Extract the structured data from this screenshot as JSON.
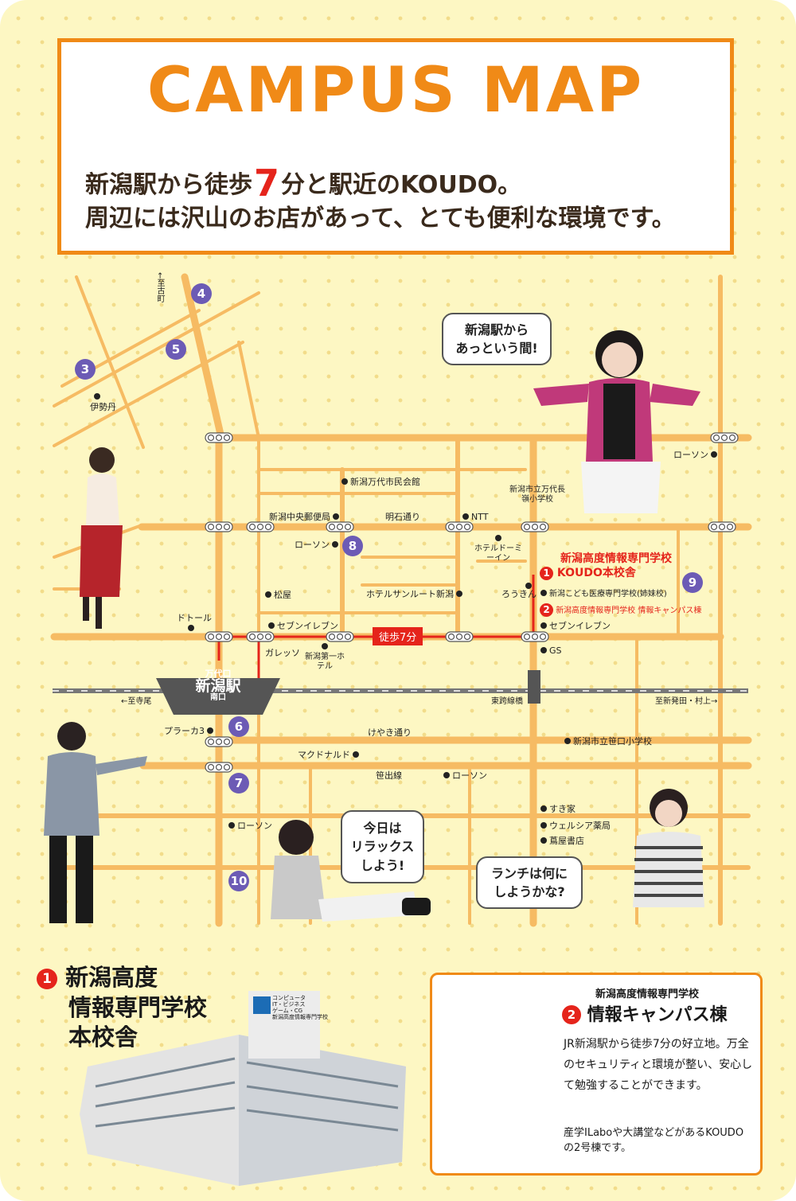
{
  "header": {
    "title": "CAMPUS MAP",
    "line1_before": "新潟駅から徒歩",
    "line1_number": "7",
    "line1_after": "分と駅近のKOUDO。",
    "line2": "周辺には沢山のお店があって、とても便利な環境です。"
  },
  "map": {
    "road_labels": {
      "akashi": "明石通り",
      "keyaki": "けやき通り",
      "sasade": "笹出線"
    },
    "direction_labels": {
      "north": "←至古町",
      "west": "←至寺尾",
      "east": "至新発田・村上→",
      "line": "東跨線橋"
    },
    "station": {
      "top": "万代口",
      "name": "新潟駅",
      "bottom": "南口"
    },
    "walk_label": "徒歩7分",
    "places": {
      "isetan": "伊勢丹",
      "bandai_hall": "新潟万代市民会館",
      "post_office": "新潟中央郵便局",
      "ntt": "NTT",
      "bandai_school": "新潟市立万代長嶺小学校",
      "lawson_ne": "ローソン",
      "lawson_8": "ローソン",
      "hotel_dormy": "ホテルドーミーイン",
      "matsuya": "松屋",
      "sunroute": "ホテルサンルート新潟",
      "roukin": "ろうきん",
      "doutor": "ドトール",
      "seven_west": "セブンイレブン",
      "galleria": "ガレッソ",
      "daiichi_hotel": "新潟第一ホテル",
      "kodomo": "新潟こども医療専門学校(姉妹校)",
      "seven_east": "セブンイレブン",
      "gs": "GS",
      "plaka": "プラーカ3",
      "mcdonalds": "マクドナルド",
      "lawson_sasade": "ローソン",
      "sasaguchi_school": "新潟市立笹口小学校",
      "lawson_south": "ローソン",
      "sukiya": "すき家",
      "welcia": "ウェルシア薬局",
      "tsutaya": "蔦屋書店"
    },
    "school_main": {
      "num": "1",
      "line1": "新潟高度情報専門学校",
      "line2": "KOUDO本校舎"
    },
    "school_second": {
      "num": "2",
      "label": "新潟高度情報専門学校 情報キャンパス棟"
    },
    "numbered_markers": [
      "3",
      "4",
      "5",
      "6",
      "7",
      "8",
      "9",
      "10"
    ]
  },
  "bubbles": {
    "top_right": [
      "新潟駅から",
      "あっという間!"
    ],
    "middle": [
      "今日は",
      "リラックス",
      "しよう!"
    ],
    "bottom_right": [
      "ランチは何に",
      "しようかな?"
    ]
  },
  "bottom": {
    "main_num": "1",
    "main_title": [
      "新潟高度",
      "情報専門学校",
      "本校舎"
    ],
    "sign_text": [
      "コンピュータ",
      "IT・ビジネス",
      "ゲーム・CG",
      "新潟高度情報専門学校"
    ],
    "campus_num": "2",
    "campus_school": "新潟高度情報専門学校",
    "campus_title": "情報キャンパス棟",
    "campus_desc": "JR新潟駅から徒歩7分の好立地。万全のセキュリティと環境が整い、安心して勉強することができます。",
    "campus_note": "産学ILaboや大講堂などがあるKOUDOの2号棟です。"
  },
  "colors": {
    "accent": "#f08a17",
    "red": "#e5241b",
    "road": "#f6bb63",
    "marker": "#6c5bb5"
  }
}
